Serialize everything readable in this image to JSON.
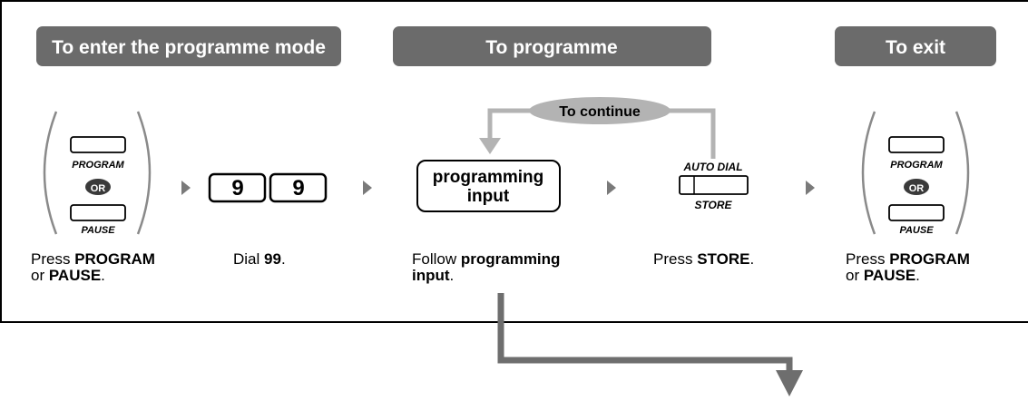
{
  "colors": {
    "header_bg": "#6b6b6b",
    "header_text": "#ffffff",
    "loop_arrow": "#b3b3b3",
    "continue_pill": "#b3b3b3",
    "step_arrow": "#7a7a7a",
    "exit_arrow": "#6e6e6e",
    "or_badge": "#3a3a3a",
    "frame": "#000000"
  },
  "headers": {
    "enter": "To enter the programme mode",
    "program": "To programme",
    "exit": "To exit"
  },
  "loop_label": "To continue",
  "program_or_pause": {
    "program_label": "PROGRAM",
    "or_label": "OR",
    "pause_label": "PAUSE"
  },
  "dial_keys": [
    "9",
    "9"
  ],
  "programming_box": {
    "line1": "programming",
    "line2": "input"
  },
  "store_button": {
    "top_label": "AUTO DIAL",
    "bottom_label": "STORE"
  },
  "captions": {
    "enter": {
      "prefix": "Press ",
      "bold1": "PROGRAM",
      "mid": "or ",
      "bold2": "PAUSE",
      "suffix": "."
    },
    "dial": {
      "prefix": "Dial ",
      "bold": "99",
      "suffix": "."
    },
    "follow": {
      "prefix": "Follow ",
      "bold1": "programming",
      "bold2": "input",
      "suffix": "."
    },
    "store": {
      "prefix": "Press ",
      "bold": "STORE",
      "suffix": "."
    },
    "exit": {
      "prefix": "Press ",
      "bold1": "PROGRAM",
      "mid": "or ",
      "bold2": "PAUSE",
      "suffix": "."
    }
  }
}
